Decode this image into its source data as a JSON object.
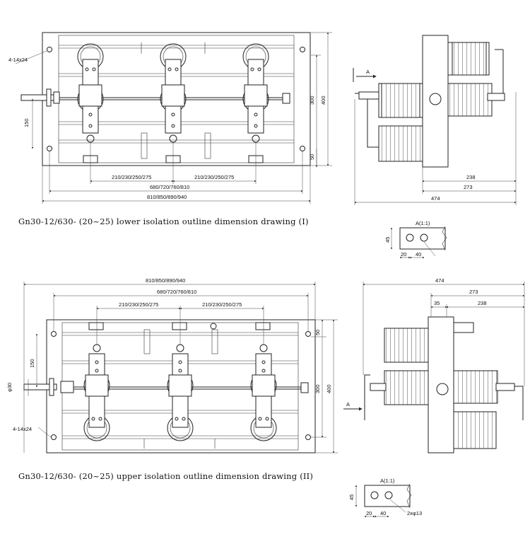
{
  "drawing1": {
    "caption": "Gn30-12/630- (20~25) lower isolation outline dimension drawing (I)",
    "hole_label": "4-14x24",
    "dim_phase_left": "210/230/250/275",
    "dim_phase_right": "210/230/250/275",
    "dim_inner_width": "680/720/760/810",
    "dim_outer_width": "810/850/890/940",
    "dim_shaft_offset": "150",
    "dim_height_300": "300",
    "dim_height_400": "400",
    "dim_height_50": "50",
    "side_dim_238": "238",
    "side_dim_273": "273",
    "side_dim_474": "474",
    "view_arrow_label": "A",
    "detail_title": "A(1:1)",
    "detail_dim_45": "45",
    "detail_dim_20": "20",
    "detail_dim_40": "40"
  },
  "drawing2": {
    "caption": "Gn30-12/630- (20~25) upper isolation outline dimension drawing (II)",
    "hole_label": "4-14x24",
    "dim_outer_width": "810/850/890/940",
    "dim_inner_width": "680/720/760/810",
    "dim_phase_left": "210/230/250/275",
    "dim_phase_right": "210/230/250/275",
    "dim_shaft_offset": "150",
    "dim_shaft_dia": "φ30",
    "dim_height_300": "300",
    "dim_height_400": "400",
    "dim_height_50": "50",
    "side_dim_474": "474",
    "side_dim_273": "273",
    "side_dim_35": "35",
    "side_dim_238": "238",
    "view_arrow_label": "A",
    "detail_title": "A(1:1)",
    "detail_dim_45": "45",
    "detail_dim_20": "20",
    "detail_dim_40": "40",
    "detail_holes": "2xφ13"
  }
}
